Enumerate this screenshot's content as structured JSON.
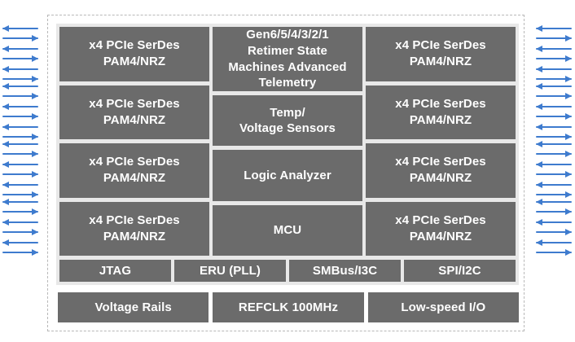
{
  "colors": {
    "block_fill": "#6b6b6b",
    "panel_fill": "#e8e8e8",
    "block_text": "#ffffff",
    "arrow_blue": "#3e7bce",
    "outline_dash": "#b8b8b8",
    "background": "#ffffff"
  },
  "chip": {
    "serdes_block": {
      "line1": "x4 PCIe SerDes",
      "line2": "PAM4/NRZ"
    },
    "retimer_block": {
      "line1": "Gen6/5/4/3/2/1",
      "line2": "Retimer State",
      "line3": "Machines Advanced",
      "line4": "Telemetry"
    },
    "sensor_block": {
      "line1": "Temp/",
      "line2": "Voltage Sensors"
    },
    "logic_analyzer_block": {
      "label": "Logic Analyzer"
    },
    "mcu_block": {
      "label": "MCU"
    },
    "interface_row": [
      {
        "label": "JTAG"
      },
      {
        "label": "ERU (PLL)"
      },
      {
        "label": "SMBus/I3C"
      },
      {
        "label": "SPI/I2C"
      }
    ],
    "external_row": [
      {
        "label": "Voltage Rails"
      },
      {
        "label": "REFCLK 100MHz"
      },
      {
        "label": "Low-speed I/O"
      }
    ]
  },
  "io_arrows": {
    "sides": [
      "left",
      "right"
    ],
    "groups_per_side": 4,
    "arrows_per_group": 6,
    "pattern": "alternating bidirectional",
    "color": "#3e7bce"
  }
}
